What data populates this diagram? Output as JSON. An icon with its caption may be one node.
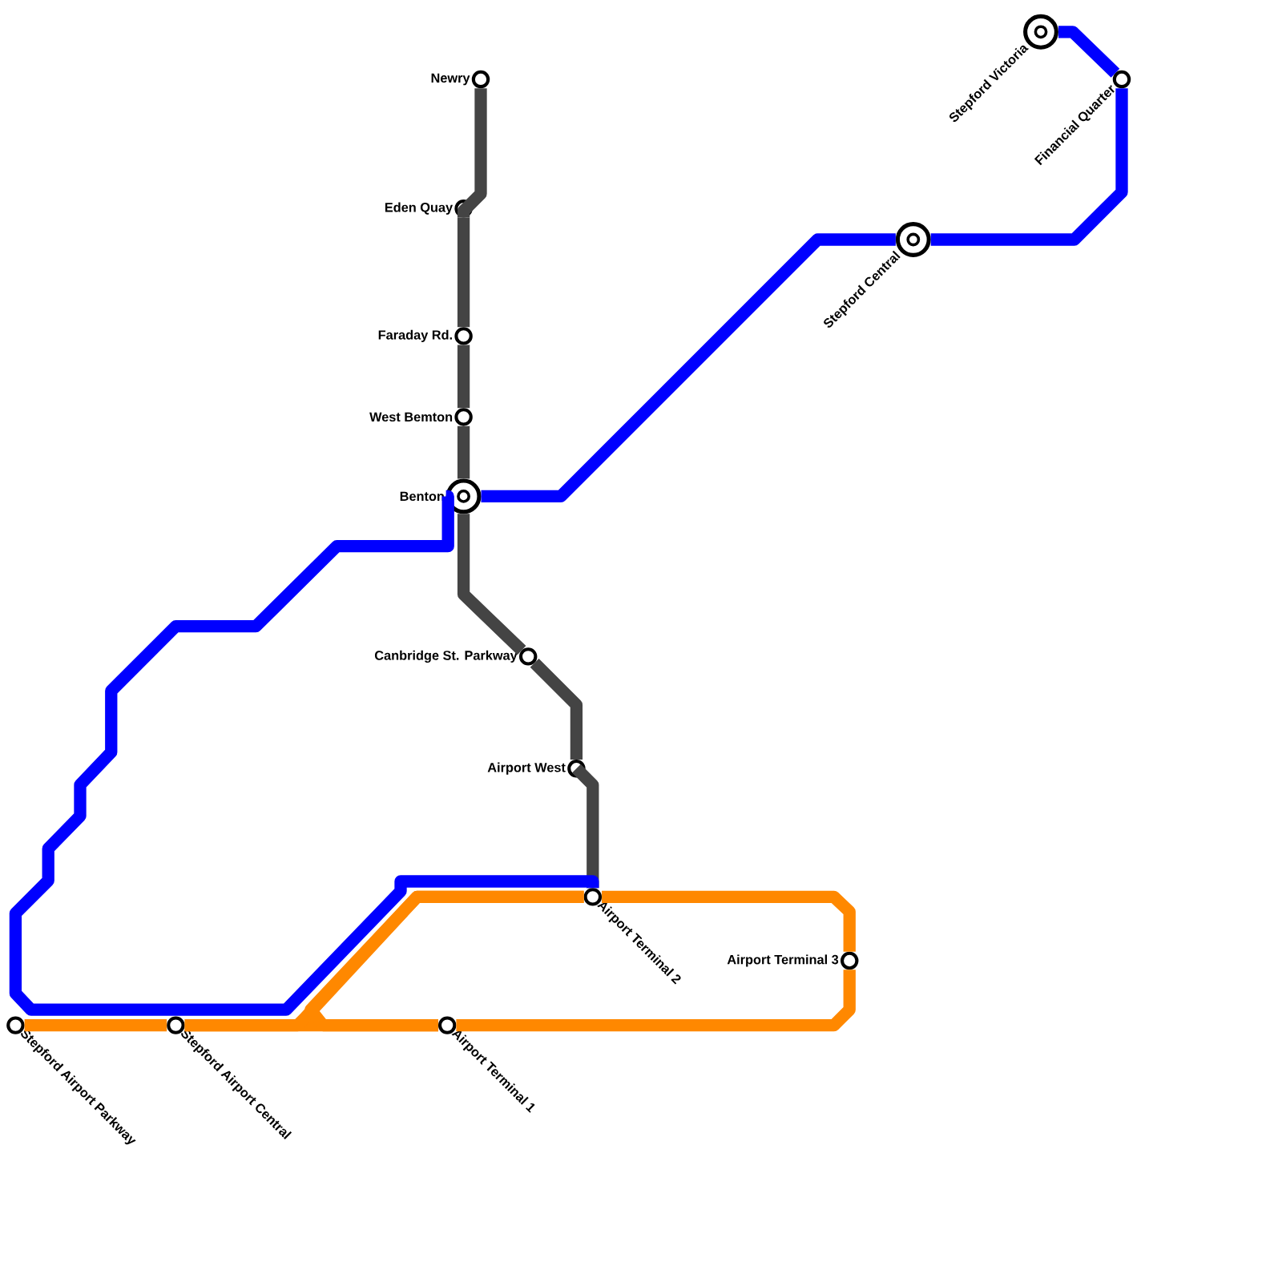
{
  "diagram": {
    "nodes": [
      {
        "text": [
          "Newry"
        ]
      },
      {
        "text": [
          "Eden Quay"
        ]
      },
      {
        "text": [
          "Faraday Rd."
        ]
      },
      {
        "text": [
          "West Bemton"
        ]
      },
      {
        "text": [
          "Benton"
        ]
      },
      {
        "text": [
          "Canbridge St. Parkway"
        ]
      },
      {
        "text": [
          "Airport West"
        ]
      },
      {
        "text": [
          "Stepford Victoria"
        ]
      },
      {
        "text": [
          "Financial Quarter"
        ]
      },
      {
        "text": [
          "Stepford Central"
        ]
      },
      {
        "text": [
          "Stepford Airport Parkway"
        ]
      },
      {
        "text": [
          "Stepford Airport Central"
        ]
      },
      {
        "text": [
          "Airport Terminal 1"
        ]
      },
      {
        "text": [
          "Airport Terminal 2"
        ]
      },
      {
        "text": [
          "Airport Terminal 3"
        ]
      }
    ],
    "edges": [
      {
        "from": 0,
        "to": 1,
        "arrow": "none",
        "color": "#444444"
      },
      {
        "from": 1,
        "to": 2,
        "arrow": "none",
        "color": "#444444"
      },
      {
        "from": 2,
        "to": 3,
        "arrow": "none",
        "color": "#444444"
      },
      {
        "from": 3,
        "to": 4,
        "arrow": "none",
        "color": "#444444"
      },
      {
        "from": 4,
        "to": 5,
        "arrow": "none",
        "color": "#444444"
      },
      {
        "from": 5,
        "to": 6,
        "arrow": "none",
        "color": "#444444"
      },
      {
        "from": 6,
        "to": 13,
        "arrow": "none",
        "color": "#444444"
      },
      {
        "from": 7,
        "to": 8,
        "arrow": "none",
        "color": "#0000ff"
      },
      {
        "from": 8,
        "to": 9,
        "arrow": "none",
        "color": "#0000ff"
      },
      {
        "from": 9,
        "to": 4,
        "arrow": "none",
        "color": "#0000ff"
      },
      {
        "from": 4,
        "to": 13,
        "arrow": "none",
        "color": "#0000ff"
      },
      {
        "from": 10,
        "to": 11,
        "arrow": "none",
        "color": "#ff8800"
      },
      {
        "from": 11,
        "to": 12,
        "arrow": "none",
        "color": "#ff8800"
      },
      {
        "from": 12,
        "to": 14,
        "arrow": "none",
        "color": "#ff8800"
      },
      {
        "from": 14,
        "to": 13,
        "arrow": "none",
        "color": "#ff8800"
      },
      {
        "from": 13,
        "to": 11,
        "arrow": "none",
        "color": "#ff8800"
      },
      {
        "from": 13,
        "to": 12,
        "arrow": "none",
        "color": "#ff8800"
      }
    ]
  }
}
